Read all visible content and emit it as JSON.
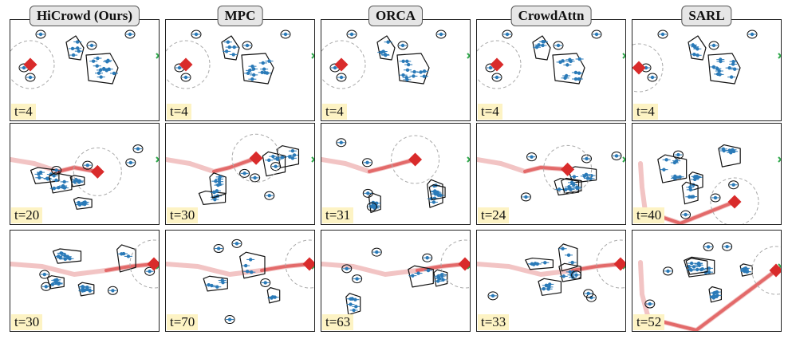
{
  "columns": [
    {
      "header": "HiCrowd (Ours)",
      "times": [
        "t=4",
        "t=20",
        "t=30"
      ]
    },
    {
      "header": "MPC",
      "times": [
        "t=4",
        "t=30",
        "t=70"
      ]
    },
    {
      "header": "ORCA",
      "times": [
        "t=4",
        "t=31",
        "t=63"
      ]
    },
    {
      "header": "CrowdAttn",
      "times": [
        "t=4",
        "t=24",
        "t=33"
      ]
    },
    {
      "header": "SARL",
      "times": [
        "t=4",
        "t=40",
        "t=52"
      ]
    }
  ],
  "colors": {
    "robot": "#d92b2b",
    "trail": "#e05a5a",
    "goal": "#2ea84a",
    "pedestrian": "#2a7ab8",
    "group_outline": "#111111",
    "sensor_circle": "#aaaaaa",
    "time_label_bg": "#fdf3c4"
  }
}
